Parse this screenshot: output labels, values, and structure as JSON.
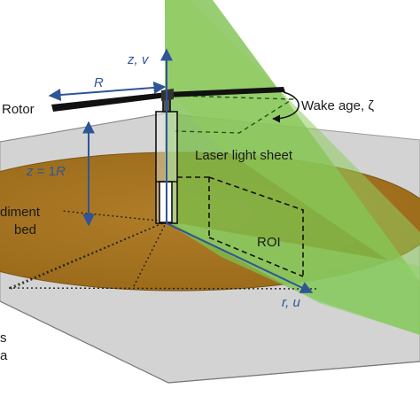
{
  "labels": {
    "axis_z": "z, v",
    "radius": "R",
    "rotor": "Rotor",
    "wake_age": "Wake age, ζ",
    "height_prefix": "z",
    "height_value": " = 1",
    "height_suffix": "R",
    "laser_sheet": "Laser light sheet",
    "sediment_line1": "diment",
    "sediment_line2": "bed",
    "roi": "ROI",
    "axis_r": "r, u",
    "edge_text_1": "s",
    "edge_text_2": "a"
  },
  "colors": {
    "sheet_green": "#7cbf4c",
    "bed_brown": "#a8741e",
    "ground_gray": "#cfcfcf",
    "axis_blue": "#2f5597",
    "rotor_black": "#111111"
  }
}
